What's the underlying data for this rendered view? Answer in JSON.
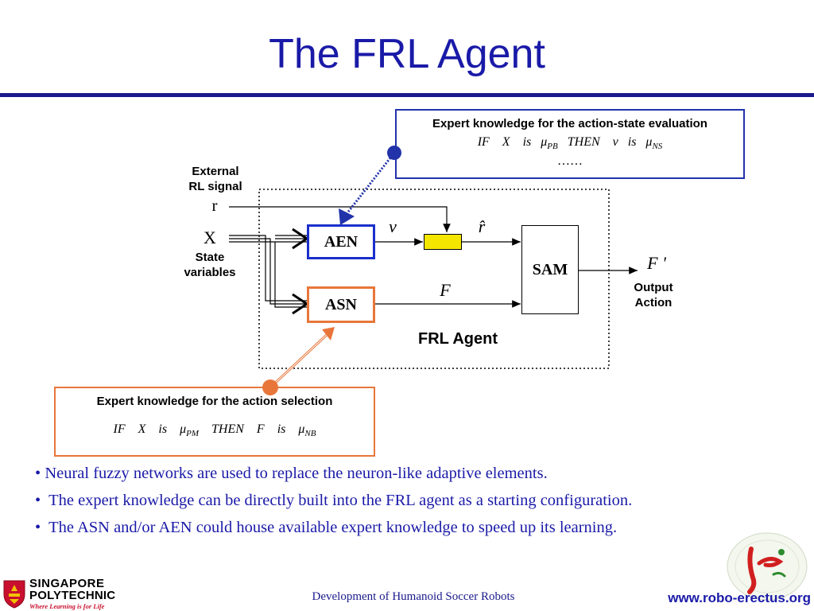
{
  "slide": {
    "title": "The FRL Agent"
  },
  "diagram": {
    "external_label_line1": "External",
    "external_label_line2": "RL signal",
    "r_label": "r",
    "x_label": "X",
    "state_label_line1": "State",
    "state_label_line2": "variables",
    "aen_label": "AEN",
    "asn_label": "ASN",
    "sam_label": "SAM",
    "v_label": "ν",
    "rhat_label": "r̂",
    "f_label": "F",
    "fprime_label": "F '",
    "output_label_line1": "Output",
    "output_label_line2": "Action",
    "agent_label": "FRL Agent",
    "colors": {
      "dark_blue": "#1a1aa8",
      "box_blue": "#2233aa",
      "orange": "#e8763a",
      "yellow": "#f5e600"
    }
  },
  "expert_top": {
    "title": "Expert knowledge for the action-state evaluation",
    "rule_pre": "IF    X    is   ",
    "mu1": "μ",
    "sub1": "PB",
    "rule_mid": "   THEN    ",
    "v": "ν",
    "rule_is": "   is   ",
    "mu2": "μ",
    "sub2": "NS",
    "ellipsis": "……"
  },
  "expert_bottom": {
    "title": "Expert knowledge for the action selection",
    "rule_pre": "IF    X    is    ",
    "mu1": "μ",
    "sub1": "PM",
    "rule_mid": "    THEN    F    is    ",
    "mu2": "μ",
    "sub2": "NB"
  },
  "bullets": [
    "Neural fuzzy networks are used to replace the neuron-like adaptive elements.",
    "The expert knowledge can be directly built into the FRL agent as a starting configuration.",
    "The ASN and/or AEN could house available expert knowledge to speed up its learning."
  ],
  "bullet_symbol": "•",
  "footer": {
    "center": "Development of Humanoid Soccer Robots",
    "url": "www.robo-erectus.org",
    "logo_line1": "SINGAPORE",
    "logo_line2": "POLYTECHNIC",
    "logo_tagline": "Where Learning is for Life"
  }
}
